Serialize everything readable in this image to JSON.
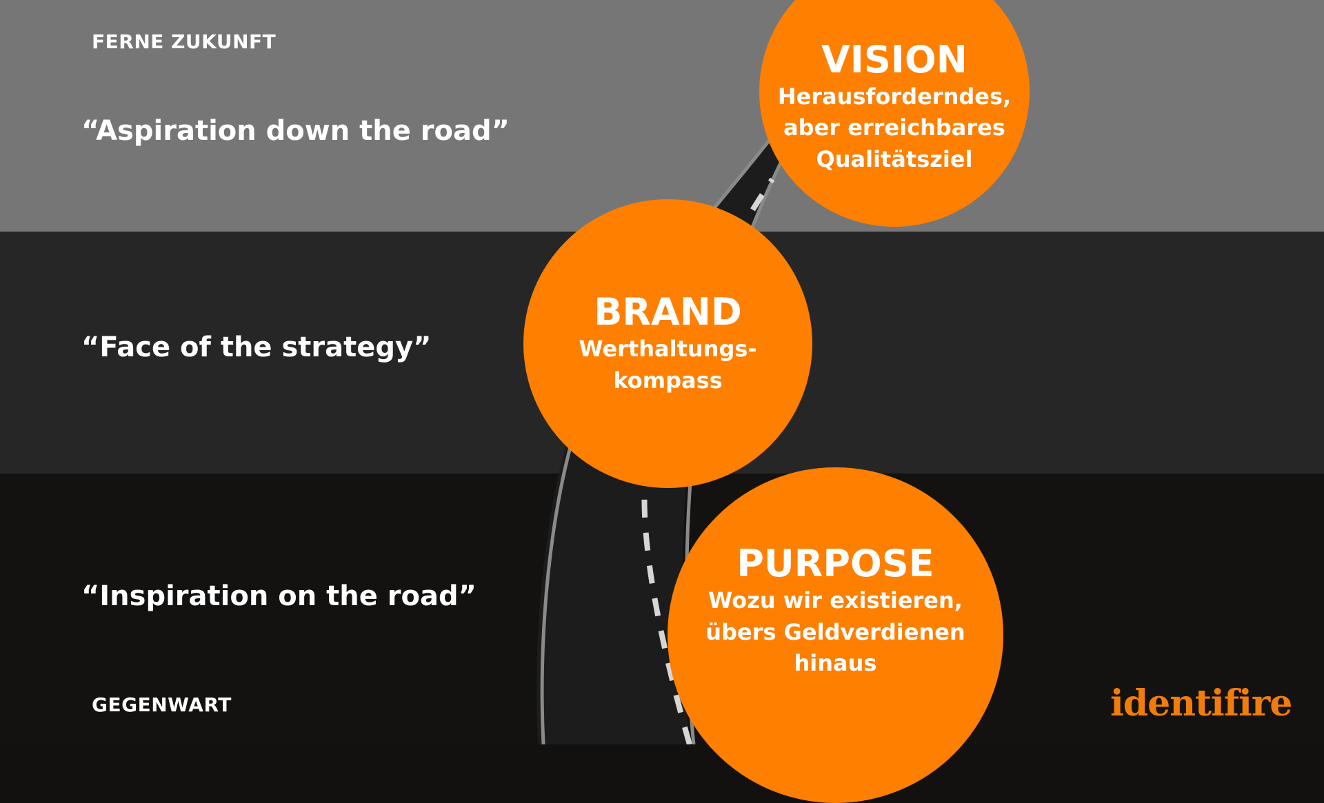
{
  "labels": {
    "far_future": "FERNE ZUKUNFT",
    "present": "GEGENWART"
  },
  "quotes": {
    "vision": "“Aspiration down the road”",
    "brand": "“Face of the strategy”",
    "purpose": "“Inspiration on the road”"
  },
  "circles": {
    "vision": {
      "title": "VISION",
      "description": "Herausforderndes,\naber erreichbares\nQualitätsziel"
    },
    "brand": {
      "title": "BRAND",
      "description": "Werthaltungs-\nkompass"
    },
    "purpose": {
      "title": "PURPOSE",
      "description": "Wozu wir existieren,\nübers Geldverdienen\nhinaus"
    }
  },
  "logo": {
    "text": "identifire"
  },
  "colors": {
    "accent": "#ff7f00",
    "band_top": "#767676",
    "band_middle": "#262627",
    "band_bottom": "#131211",
    "road": "#1c1c1c",
    "road_line": "#8a8a8a"
  }
}
